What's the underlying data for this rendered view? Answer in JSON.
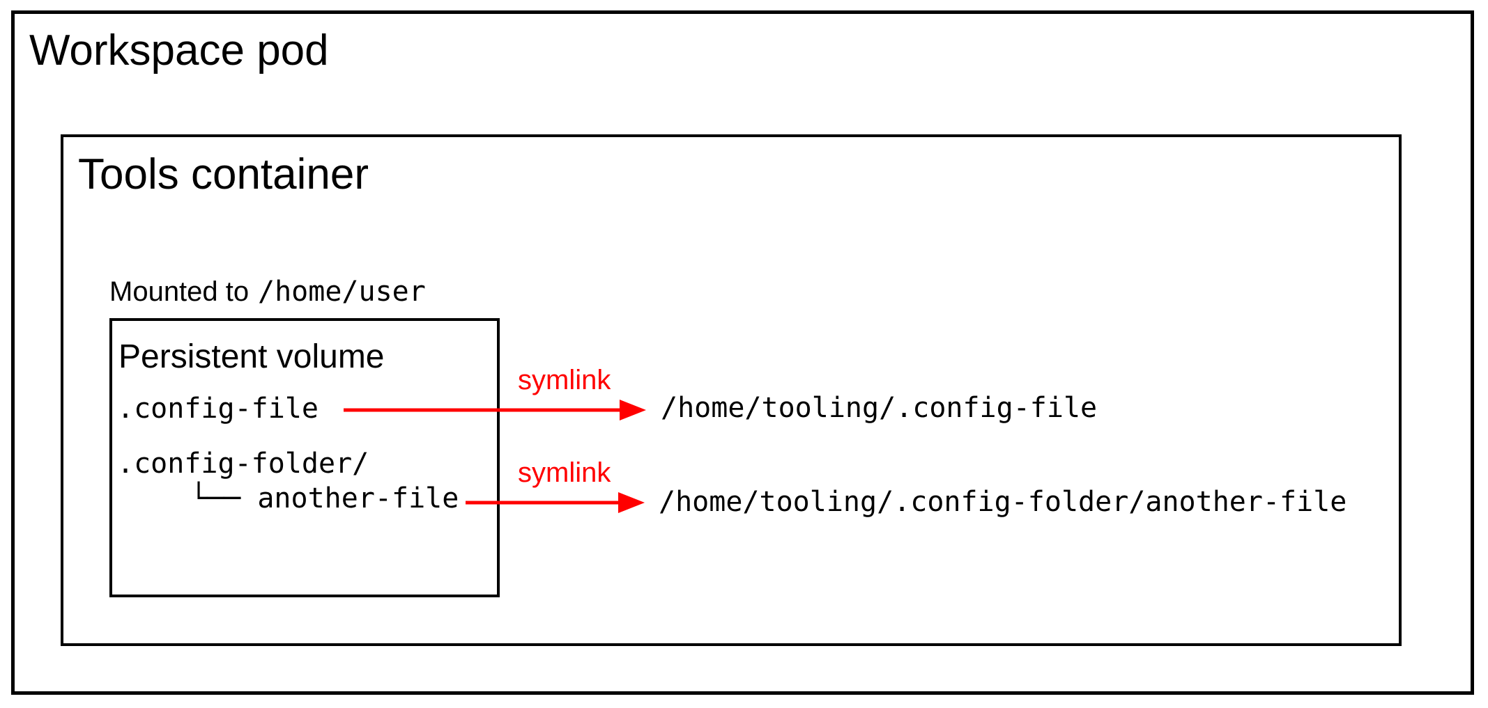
{
  "workspace_pod": {
    "title": "Workspace pod"
  },
  "tools_container": {
    "title": "Tools container"
  },
  "mount": {
    "prefix": "Mounted to",
    "path": "/home/user"
  },
  "persistent_volume": {
    "title": "Persistent volume",
    "entries": [
      ".config-file",
      ".config-folder/",
      "└── another-file"
    ]
  },
  "symlinks": [
    {
      "label": "symlink",
      "target": "/home/tooling/.config-file"
    },
    {
      "label": "symlink",
      "target": "/home/tooling/.config-folder/another-file"
    }
  ],
  "colors": {
    "arrow_red": "#ff0000",
    "border_black": "#000000",
    "background": "#ffffff",
    "text": "#000000"
  }
}
